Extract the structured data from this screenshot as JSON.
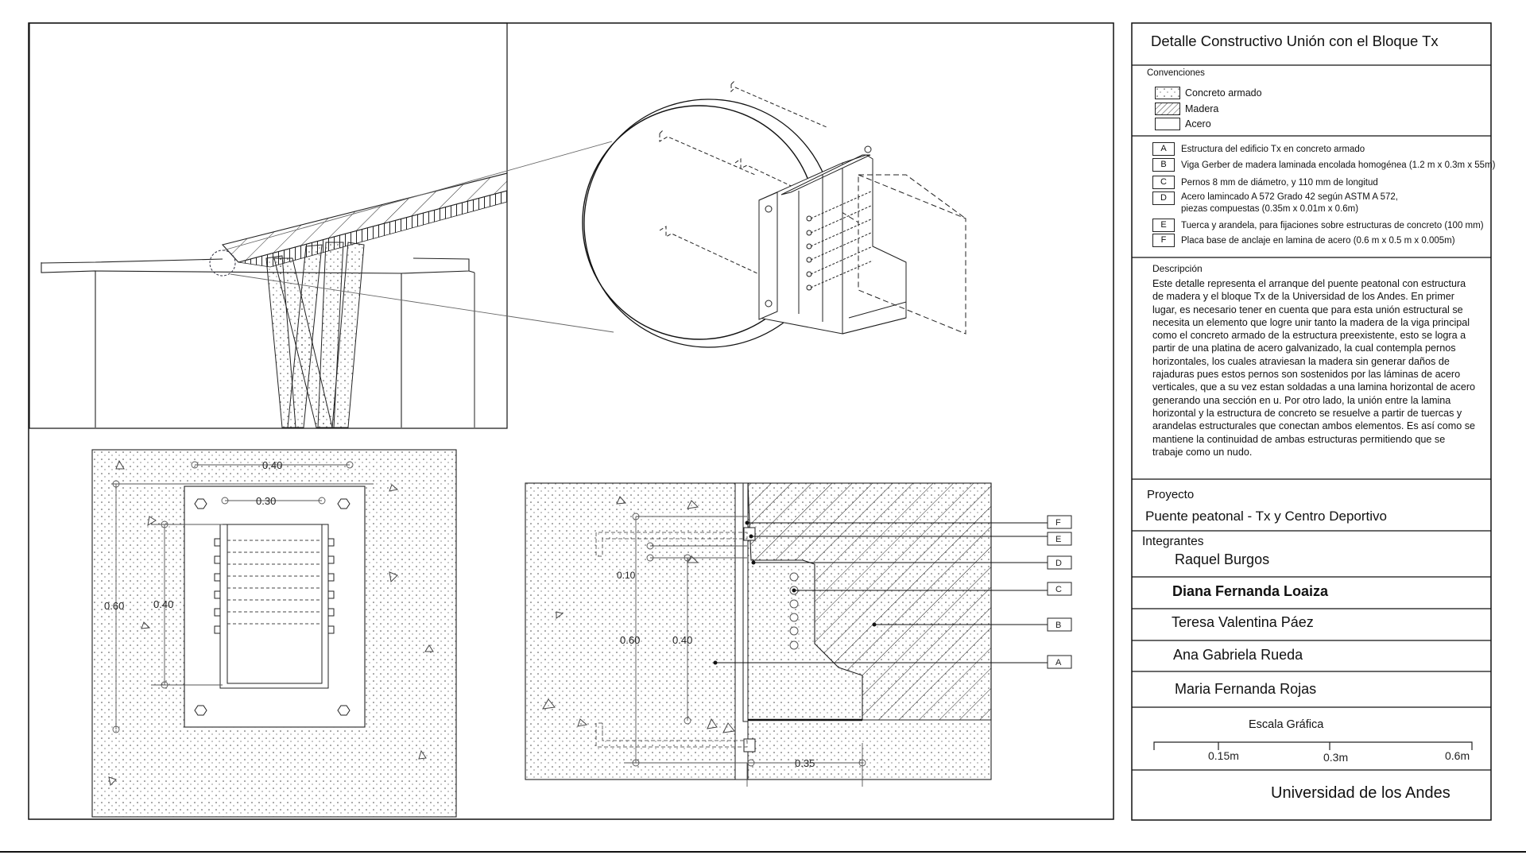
{
  "title": "Detalle Constructivo Unión con el Bloque Tx",
  "conventions": {
    "heading": "Convenciones",
    "items": [
      {
        "label": "Concreto armado",
        "pattern": "concrete"
      },
      {
        "label": "Madera",
        "pattern": "hatch"
      },
      {
        "label": "Acero",
        "pattern": "plain"
      }
    ]
  },
  "legend": [
    {
      "key": "A",
      "text": "Estructura del edificio Tx en concreto armado"
    },
    {
      "key": "B",
      "text": "Viga Gerber de madera laminada encolada homogénea (1.2 m x 0.3m x 55m)"
    },
    {
      "key": "C",
      "text": "Pernos 8 mm de diámetro, y 110 mm de longitud"
    },
    {
      "key": "D",
      "text": "Acero lamincado A 572 Grado 42 según ASTM A 572,",
      "text2": "piezas compuestas (0.35m x 0.01m  x 0.6m)"
    },
    {
      "key": "E",
      "text": "Tuerca y arandela, para fijaciones sobre estructuras de concreto (100 mm)"
    },
    {
      "key": "F",
      "text": "Placa base de anclaje en lamina de acero (0.6 m x 0.5 m x 0.005m)"
    }
  ],
  "description": {
    "heading": "Descripción",
    "text": "Este detalle representa el arranque del puente peatonal con estructura de madera y el bloque Tx de la Universidad de los Andes. En primer lugar, es necesario tener en cuenta que para esta unión estructural se necesita un elemento que logre unir tanto la madera de la viga principal como el concreto armado de la estructura preexistente, esto se logra a partir de una platina de acero galvanizado, la cual contempla pernos horizontales, los cuales atraviesan la madera sin generar daños de rajaduras pues estos pernos son sostenidos por las láminas de acero verticales, que a su vez estan soldadas a una lamina horizontal de acero generando una sección en u. Por otro lado, la unión entre la lamina horizontal y la estructura de concreto se resuelve a partir de tuercas y arandelas estructurales que conectan ambos elementos. Es así como se mantiene la continuidad de ambas estructuras permitiendo que se trabaje como un nudo."
  },
  "project": {
    "heading": "Proyecto",
    "name": "Puente peatonal - Tx y Centro Deportivo"
  },
  "members": {
    "heading": "Integrantes",
    "names": [
      "Raquel Burgos",
      "Diana Fernanda Loaiza",
      "Teresa Valentina Páez",
      "Ana Gabriela Rueda",
      "Maria Fernanda Rojas"
    ]
  },
  "scale": {
    "heading": "Escala Gráfica",
    "ticks": [
      "0.15m",
      "0.3m",
      "0.6m"
    ]
  },
  "institution": "Universidad de los Andes",
  "plan_dims": {
    "outer_w": "0.40",
    "inner_w": "0.30",
    "outer_h": "0.60",
    "inner_h": "0.40"
  },
  "section_dims": {
    "top": "0.10",
    "total": "0.60",
    "inner": "0.40",
    "width": "0.35"
  },
  "section_tags": [
    "F",
    "E",
    "D",
    "C",
    "B",
    "A"
  ]
}
